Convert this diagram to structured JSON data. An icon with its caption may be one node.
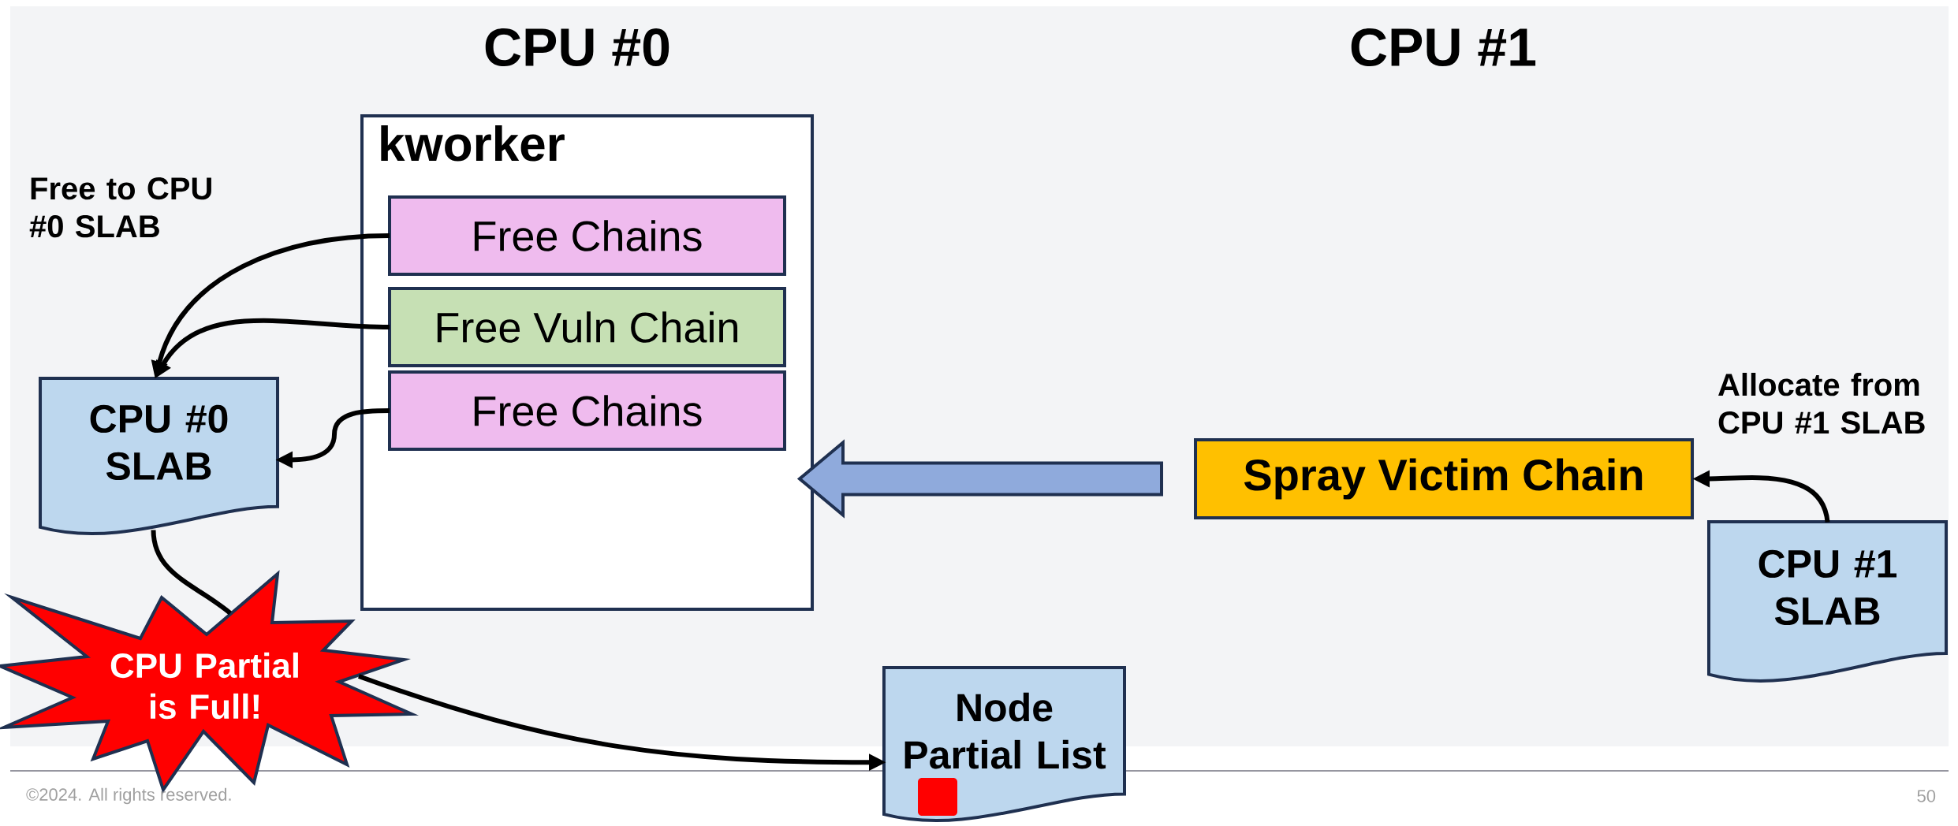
{
  "diagram": {
    "nodes": [
      {
        "text": [
          "kworker"
        ]
      },
      {
        "text": [
          "Free Chains"
        ],
        "in": 0
      },
      {
        "text": [
          "Free Vuln Chain"
        ],
        "in": 0
      },
      {
        "text": [
          "Free Chains"
        ],
        "in": 0
      },
      {
        "text": [
          "CPU #0 SLAB"
        ]
      },
      {
        "text": [
          "CPU Partial is Full!"
        ]
      },
      {
        "text": [
          "Node Partial List"
        ]
      },
      {
        "text": [
          "Spray Victim Chain"
        ]
      },
      {
        "text": [
          "CPU #1 SLAB"
        ]
      }
    ],
    "edges": [
      {
        "from": 1,
        "to": 4,
        "arrow": "to"
      },
      {
        "from": 2,
        "to": 4,
        "arrow": "to"
      },
      {
        "from": 3,
        "to": 4,
        "arrow": "to"
      },
      {
        "from": 4,
        "to": 5,
        "arrow": "none"
      },
      {
        "from": 5,
        "to": 6,
        "arrow": "to"
      },
      {
        "from": 8,
        "to": 7,
        "arrow": "to"
      },
      {
        "from": 7,
        "to": 0,
        "arrow": "to",
        "style": "thick",
        "color": "#8faadc"
      }
    ],
    "labels": [
      "CPU #0",
      "CPU #1",
      "Free to CPU #0 SLAB",
      "Allocate from CPU #1 SLAB",
      "©2024. All rights reserved.",
      "50"
    ]
  }
}
